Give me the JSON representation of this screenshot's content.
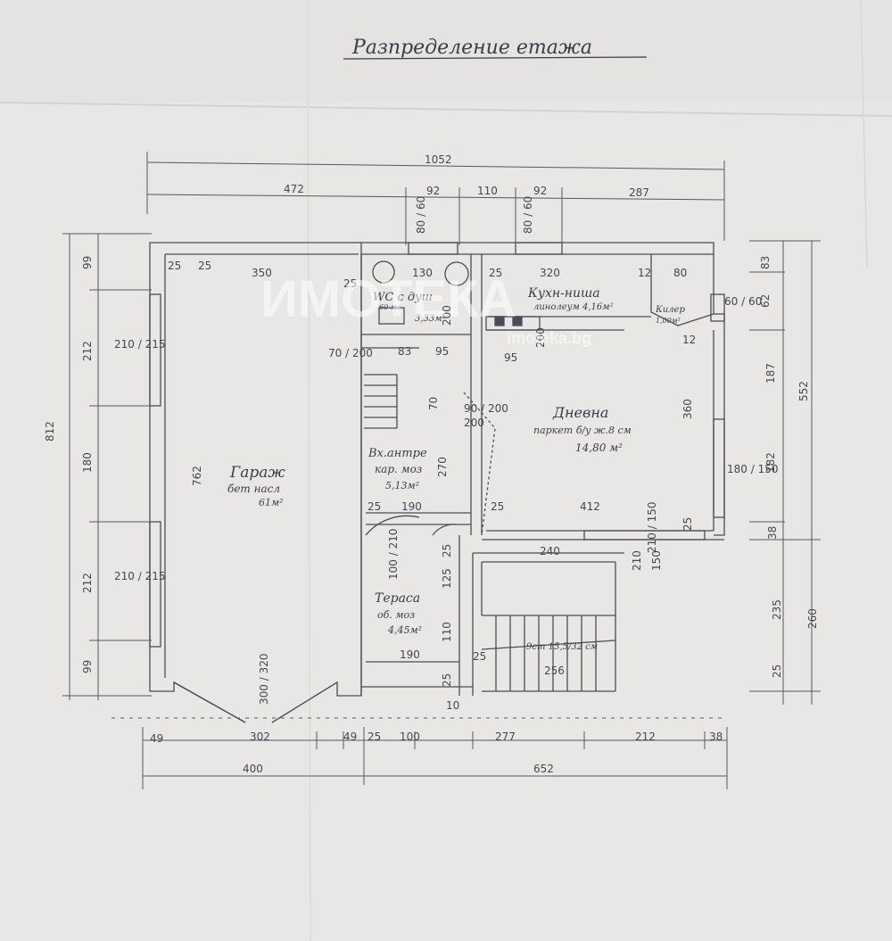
{
  "title": "Разпределение етажа",
  "watermark": {
    "brand": "ИМОТЕКА",
    "url": "imoteka.bg"
  },
  "rooms": {
    "garage": {
      "name": "Гараж",
      "finish": "бет насл",
      "area": "61м²"
    },
    "wc": {
      "name": "WC с душ",
      "finish": "60 мл",
      "area": "3,33м²"
    },
    "kitchen": {
      "name": "Кухн-ниша",
      "finish": "линолеум 4,16м²"
    },
    "pantry": {
      "name": "Килер",
      "area": "1,00м²"
    },
    "living": {
      "name": "Дневна",
      "finish": "паркет б/у ж.8 см",
      "area": "14,80 м²"
    },
    "hall": {
      "name": "Вх.антре",
      "finish": "кар. моз",
      "area": "5,13м²"
    },
    "terrace": {
      "name": "Тераса",
      "finish": "об. моз",
      "area": "4,45м²"
    },
    "stairs": {
      "label": "9ст 15,5/32 см"
    }
  },
  "dimensions": {
    "total_width": "1052",
    "top_segments": [
      "472",
      "92",
      "110",
      "92",
      "287"
    ],
    "bottom_segments": [
      "49",
      "302",
      "49",
      "25",
      "100",
      "277",
      "212",
      "38"
    ],
    "bottom_totals": [
      "400",
      "652"
    ],
    "left_total": "812",
    "left_segments": [
      "99",
      "212",
      "180",
      "212",
      "99"
    ],
    "right_totals": [
      "552",
      "260"
    ],
    "right_segments": [
      "83",
      "62",
      "187",
      "182",
      "38",
      "235",
      "25"
    ],
    "window_labels": [
      "210 / 215",
      "210 / 215",
      "180 / 150",
      "60 / 60",
      "80 / 60",
      "80 / 60",
      "210 / 150",
      "300 / 320",
      "100 / 210",
      "90 / 200",
      "70 / 200"
    ],
    "inner": [
      "25",
      "25",
      "350",
      "762",
      "130",
      "25",
      "320",
      "12",
      "80",
      "25",
      "12",
      "83",
      "95",
      "95",
      "200",
      "200",
      "360",
      "412",
      "25",
      "25",
      "190",
      "25",
      "270",
      "125",
      "25",
      "110",
      "190",
      "25",
      "240",
      "256",
      "210",
      "150",
      "25",
      "70",
      "200",
      "10"
    ]
  }
}
